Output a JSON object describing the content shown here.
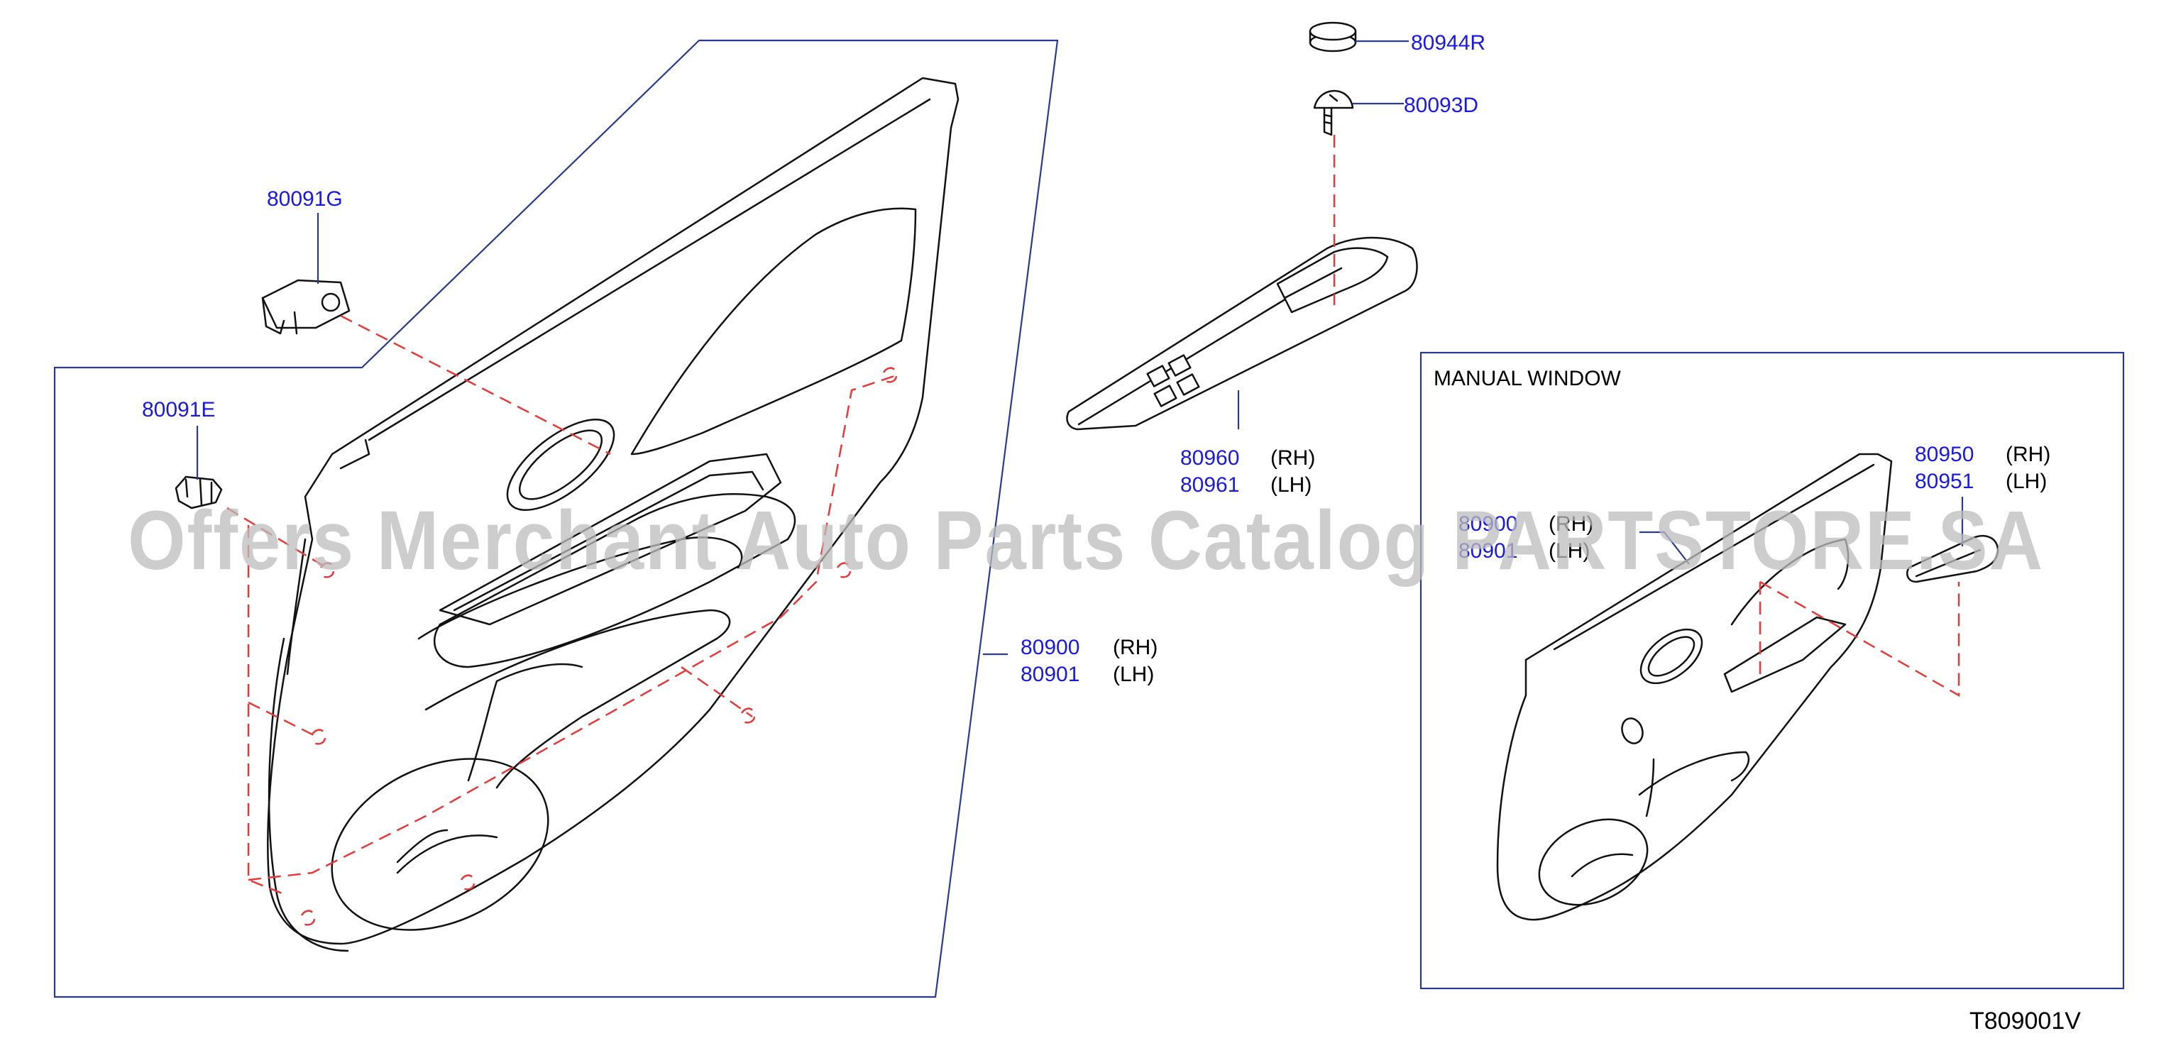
{
  "watermark": "Offers Merchant Auto Parts Catalog PARTSTORE.SA",
  "diagram_code": "T809001V",
  "inset_title": "MANUAL   WINDOW",
  "parts": {
    "p80944R": "80944R",
    "p80093D": "80093D",
    "p80091G": "80091G",
    "p80091E": "80091E",
    "p80960": "80960",
    "p80961": "80961",
    "p80900": "80900",
    "p80901": "80901",
    "p80950": "80950",
    "p80951": "80951",
    "inset80900": "80900",
    "inset80901": "80901"
  },
  "sides": {
    "rh": "(RH)",
    "lh": "(LH)"
  },
  "colors": {
    "part_number": "#1a1adc",
    "leader": "#2a3b8f",
    "dashed_line": "#e43a3a",
    "drawing": "#111111"
  }
}
